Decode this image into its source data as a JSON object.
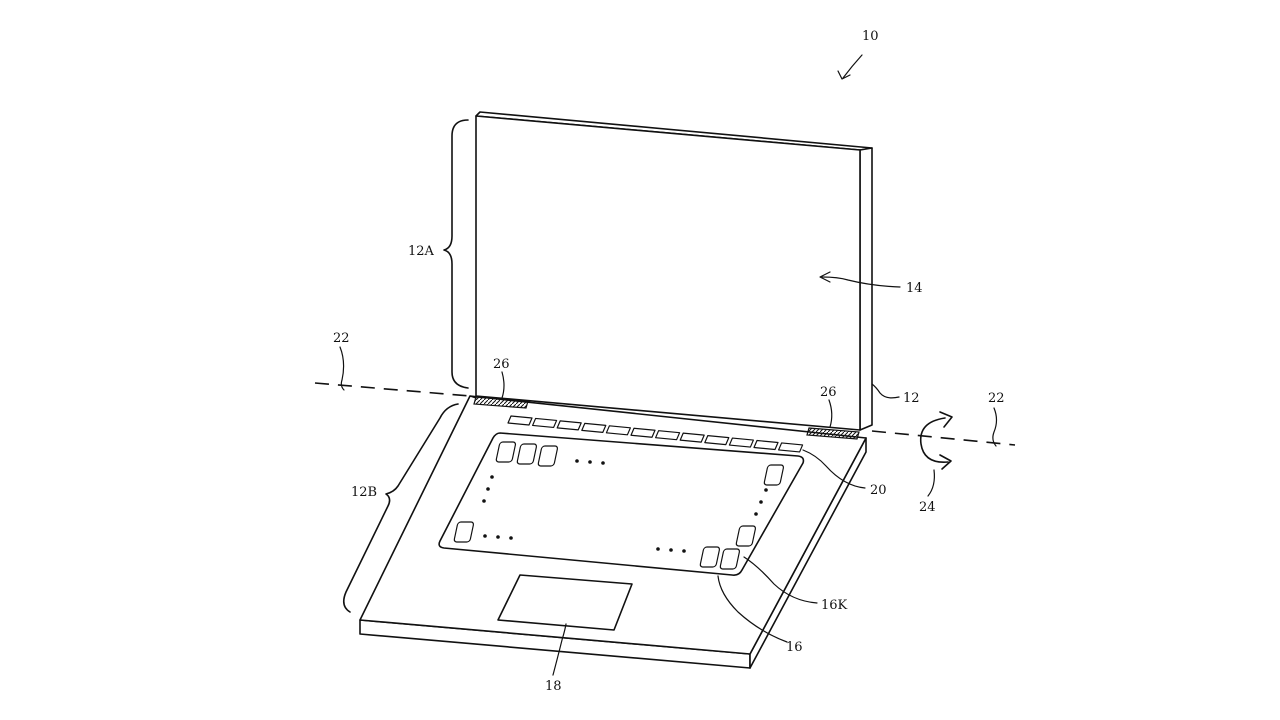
{
  "figure": {
    "labels": {
      "device": "10",
      "housing": "12",
      "upper_housing": "12A",
      "lower_housing": "12B",
      "display": "14",
      "keyboard": "16",
      "key": "16K",
      "trackpad": "18",
      "function_row": "20",
      "hinge_axis_left": "22",
      "hinge_axis_right": "22",
      "rotation": "24",
      "hinge_left": "26",
      "hinge_right": "26"
    }
  }
}
